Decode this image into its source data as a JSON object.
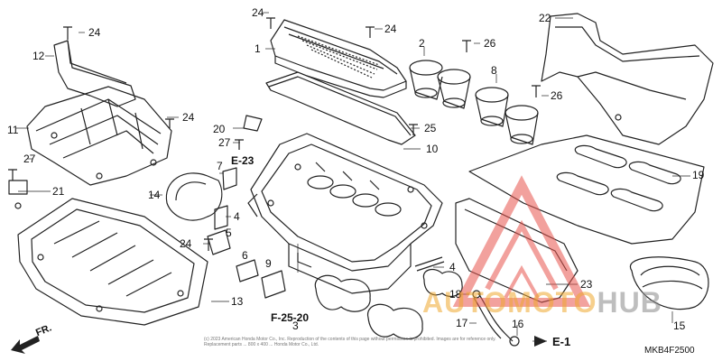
{
  "diagram": {
    "part_code": "MKB4F2500",
    "copyright_line1": "(c) 2023 American Honda Motor Co., Inc. Reproduction of the contents of this page without permission is prohibited. Images are for reference only.",
    "copyright_line2": "Replacement parts ... 800 x 400 ... Honda Motor Co., Ltd.",
    "front_arrow": "FR.",
    "refs": {
      "e23": "E-23",
      "f2520": "F-25-20",
      "e1": "E-1"
    },
    "callouts": [
      "1",
      "2",
      "3",
      "4",
      "5",
      "6",
      "7",
      "8",
      "9",
      "10",
      "11",
      "12",
      "13",
      "14",
      "15",
      "16",
      "17",
      "18",
      "19",
      "20",
      "21",
      "22",
      "23",
      "24",
      "25",
      "26",
      "27"
    ]
  },
  "watermark": {
    "text_orange": "AUTOMOTO",
    "text_gray": "HUB",
    "color_orange": "#f0a830",
    "color_gray": "#8a8a8a",
    "color_red": "#e8554e"
  }
}
